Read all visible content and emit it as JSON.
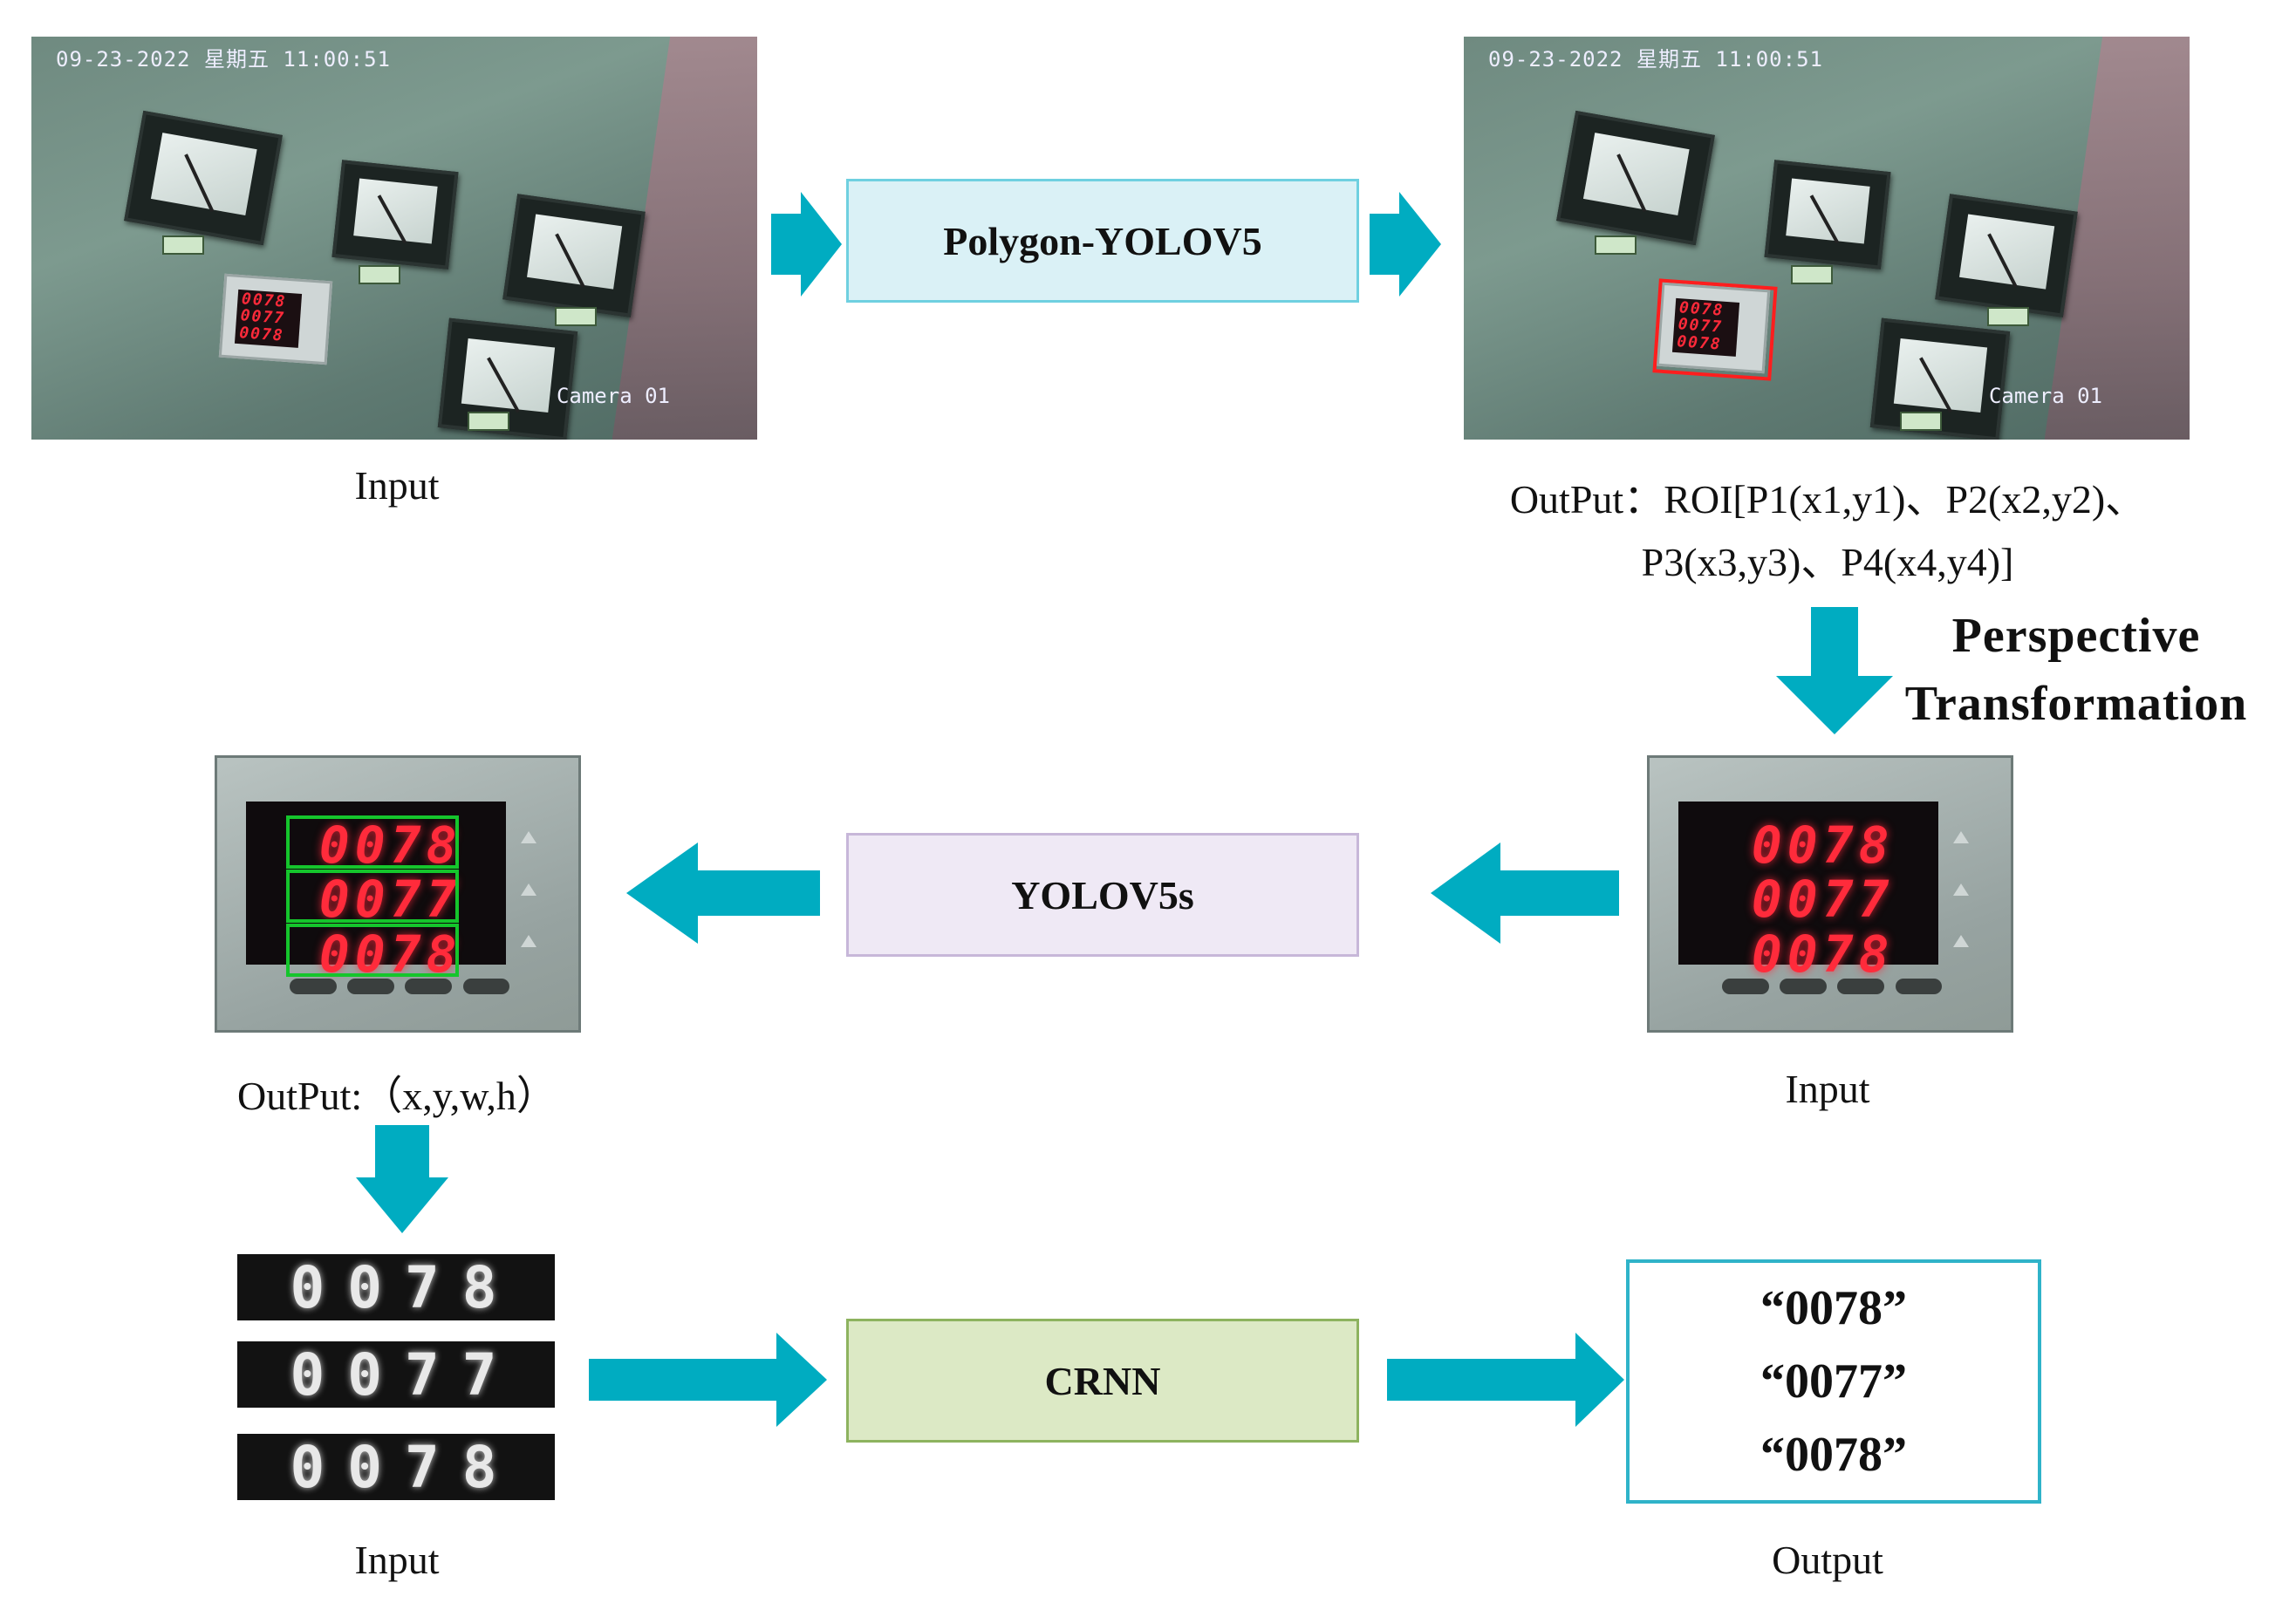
{
  "photo_panels": {
    "timestamp": "09-23-2022 星期五 11:00:51",
    "camera_label": "Camera 01",
    "meter_readings": [
      "0078",
      "0077",
      "0078"
    ]
  },
  "steps": {
    "polygon_yolo": "Polygon-YOLOV5",
    "yolov5s": "YOLOV5s",
    "crnn": "CRNN"
  },
  "captions": {
    "input_top": "Input",
    "output_top_line1": "OutPut：ROI[P1(x1,y1)、P2(x2,y2)、",
    "output_top_line2": "P3(x3,y3)、P4(x4,y4)]",
    "perspective_line1": "Perspective",
    "perspective_line2": "Transformation",
    "input_mid_right": "Input",
    "output_mid_left": "OutPut:（x,y,w,h）",
    "input_bottom": "Input",
    "output_bottom": "Output"
  },
  "digit_crops": [
    "0078",
    "0077",
    "0078"
  ],
  "results": [
    "“0078”",
    "“0077”",
    "“0078”"
  ],
  "colors": {
    "arrow": "#00acc1",
    "roi_box": "#ff1e1e",
    "detect_box": "#15c52c"
  }
}
